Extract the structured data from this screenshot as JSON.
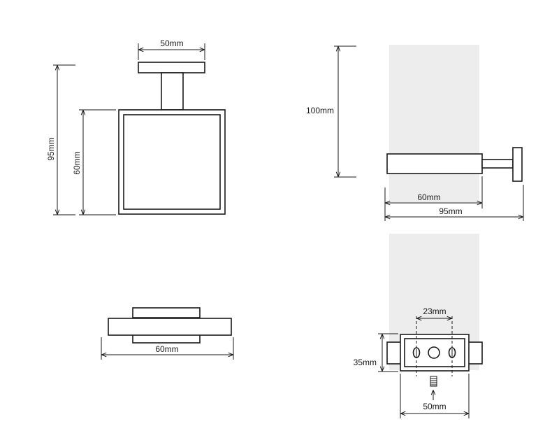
{
  "dimensions": {
    "front_top_width": "50mm",
    "front_total_height": "95mm",
    "front_frame_height": "60mm",
    "side_wall_height": "100mm",
    "side_frame_depth": "60mm",
    "side_total_depth": "95mm",
    "plan_width": "60mm",
    "mount_hole_spacing": "23mm",
    "mount_plate_height": "35mm",
    "mount_plate_width": "50mm"
  },
  "colors": {
    "line": "#1a1a1a",
    "wall": "#ededed"
  }
}
